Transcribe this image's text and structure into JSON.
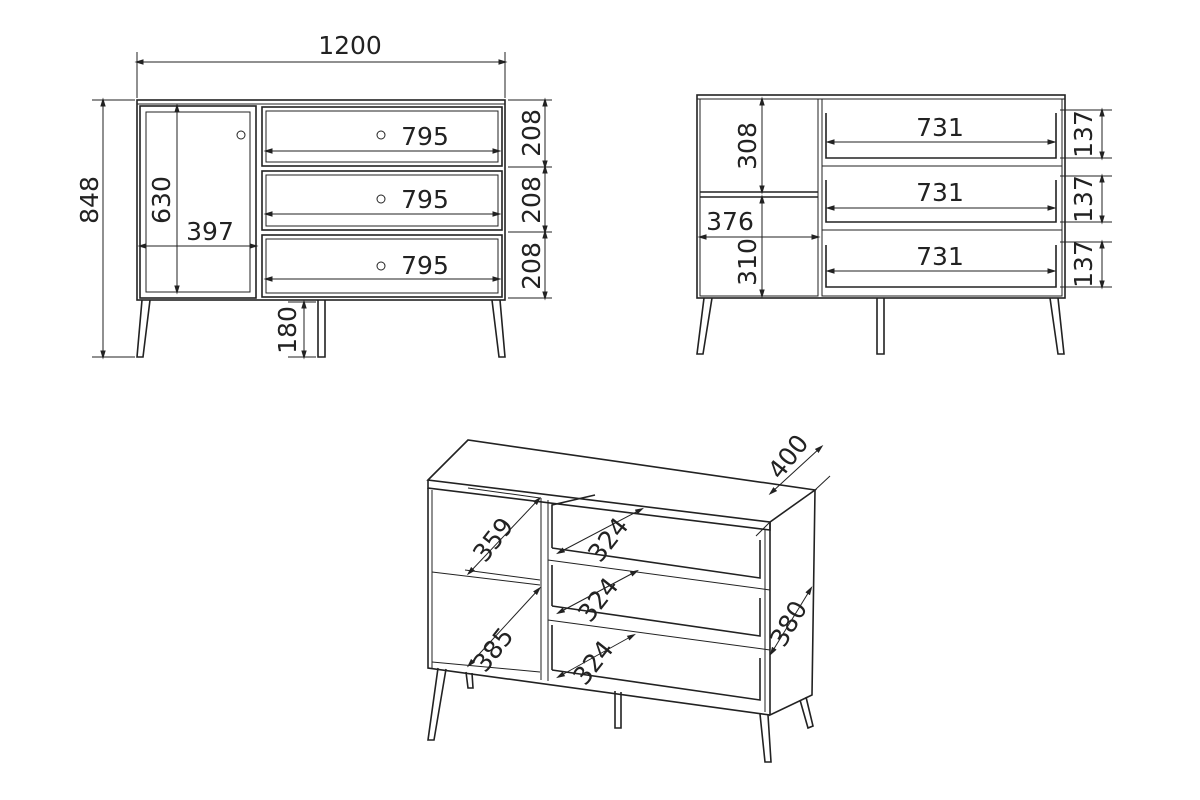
{
  "front_view": {
    "width": "1200",
    "height": "848",
    "door_height": "630",
    "door_width": "397",
    "drawer_widths": [
      "795",
      "795",
      "795"
    ],
    "drawer_heights": [
      "208",
      "208",
      "208"
    ],
    "leg_height": "180"
  },
  "rear_view": {
    "drawer_inner_widths": [
      "731",
      "731",
      "731"
    ],
    "drawer_inner_heights": [
      "137",
      "137",
      "137"
    ],
    "upper_compartment_height": "308",
    "lower_compartment_height": "310",
    "compartment_width": "376"
  },
  "perspective_view": {
    "depth": "400",
    "upper_shelf_depth": "359",
    "lower_shelf_depth": "385",
    "drawer_depths": [
      "324",
      "324",
      "324"
    ],
    "side_depth": "380"
  }
}
